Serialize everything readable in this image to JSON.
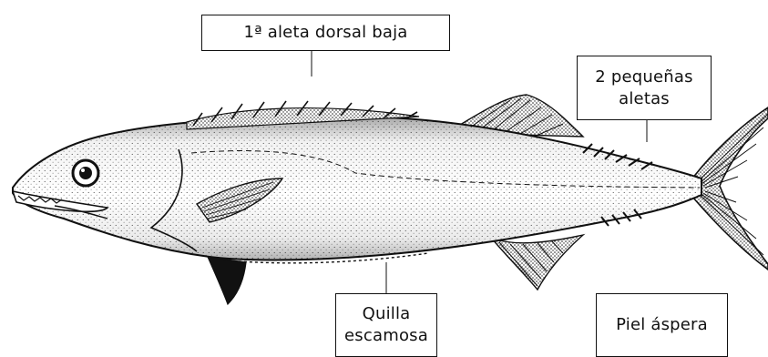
{
  "labels": {
    "dorsal_fin": "1ª aleta dorsal baja",
    "small_fins_line1": "2 pequeñas",
    "small_fins_line2": "aletas",
    "keel_line1": "Quilla",
    "keel_line2": "escamosa",
    "skin": "Piel áspera"
  },
  "colors": {
    "ink": "#111111",
    "background": "#ffffff"
  },
  "icons": {
    "subject": "fish-illustration"
  }
}
